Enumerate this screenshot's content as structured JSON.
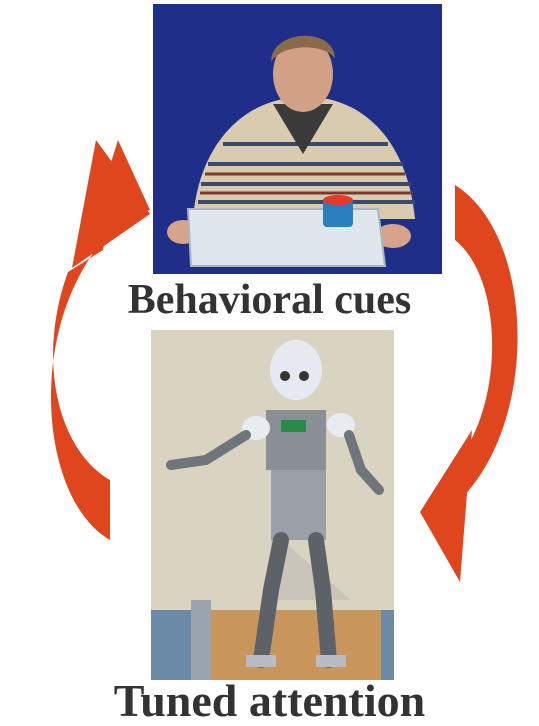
{
  "diagram": {
    "top_caption": "Behavioral cues",
    "bottom_caption": "Tuned attention",
    "arrow_color": "#e0461d",
    "top_image": "photo-human-at-table",
    "bottom_image": "photo-humanoid-robot"
  }
}
